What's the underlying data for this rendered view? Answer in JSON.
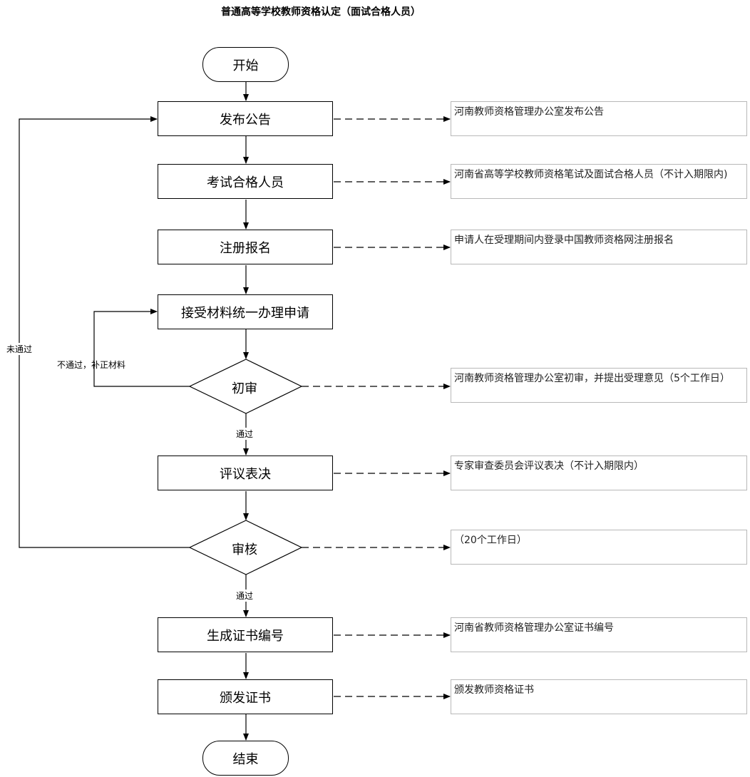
{
  "title": "普通高等学校教师资格认定（面试合格人员）",
  "start": "开始",
  "end": "结束",
  "steps": {
    "publish": "发布公告",
    "qualified": "考试合格人员",
    "register": "注册报名",
    "accept": "接受材料统一办理申请",
    "initial_review": "初审",
    "evaluate": "评议表决",
    "audit": "审核",
    "generate": "生成证书编号",
    "issue": "颁发证书"
  },
  "notes": {
    "publish": "河南教师资格管理办公室发布公告",
    "qualified": "河南省高等学校教师资格笔试及面试合格人员（不计入期限内)",
    "register": "申请人在受理期间内登录中国教师资格网注册报名",
    "initial_review": "河南教师资格管理办公室初审，并提出受理意见（5个工作日）",
    "evaluate": "专家审查委员会评议表决（不计入期限内）",
    "audit": "（20个工作日）",
    "generate": "河南省教师资格管理办公室证书编号",
    "issue": "颁发教师资格证书"
  },
  "edge_labels": {
    "not_passed": "未通过",
    "not_passed_supplement": "不通过，补正材料",
    "passed_1": "通过",
    "passed_2": "通过"
  }
}
